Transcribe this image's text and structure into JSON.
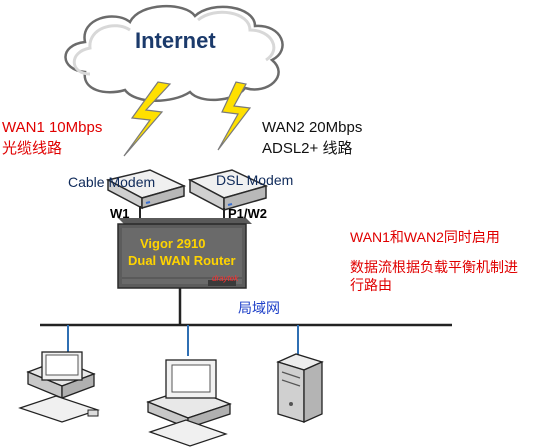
{
  "diagram": {
    "cloud_label": "Internet",
    "wan1": {
      "line1": "WAN1 10Mbps",
      "line2": "光缆线路"
    },
    "wan2": {
      "line1": "WAN2  20Mbps",
      "line2": "ADSL2+ 线路"
    },
    "modem_cable": "Cable Modem",
    "modem_dsl": "DSL Modem",
    "port_w1": "W1",
    "port_p1w2": "P1/W2",
    "router": {
      "line1": "Vigor 2910",
      "line2": "Dual WAN Router",
      "badge": "draytek"
    },
    "note1": "WAN1和WAN2同时启用",
    "note2_line1": "数据流根据负载平衡机制进",
    "note2_line2": "行路由",
    "lan_label": "局域网"
  },
  "colors": {
    "red": "#e00000",
    "cloud_text": "#1b3a6b",
    "lan_text": "#1d3fc8",
    "bolt": "#ffe000",
    "lan_line": "#2f6fb3"
  },
  "icons": [
    "cloud-icon",
    "lightning-icon",
    "modem-icon",
    "router-icon",
    "desktop-computer-icon",
    "server-icon"
  ]
}
